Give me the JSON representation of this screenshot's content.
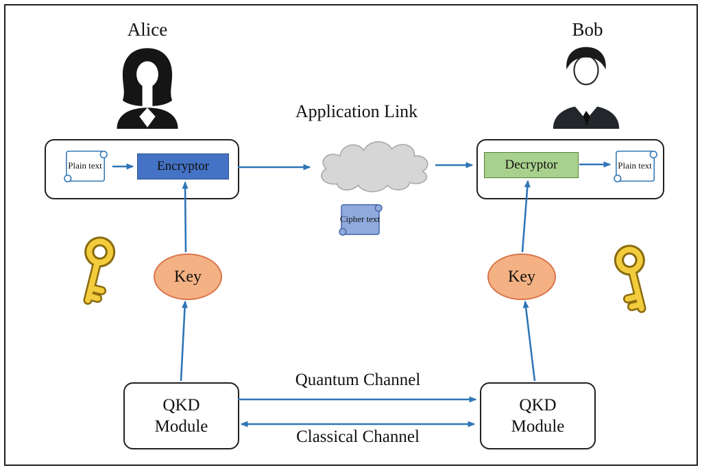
{
  "diagram": {
    "alice_title": "Alice",
    "bob_title": "Bob",
    "application_link_label": "Application Link",
    "alice": {
      "plain_text_label": "Plain text",
      "encryptor_label": "Encryptor"
    },
    "bob": {
      "decryptor_label": "Decryptor",
      "plain_text_label": "Plain text"
    },
    "cipher_text_label": "Cipher text",
    "key_left_label": "Key",
    "key_right_label": "Key",
    "qkd_left_label": "QKD Module",
    "qkd_right_label": "QKD Module",
    "quantum_channel_label": "Quantum Channel",
    "classical_channel_label": "Classical Channel"
  },
  "colors": {
    "arrow": "#2E75B6",
    "encryptor_fill": "#4472C4",
    "decryptor_fill": "#A9D18E",
    "key_fill": "#F4B183",
    "key_stroke": "#D9744C",
    "cloud_fill": "#D6D6D6",
    "cloud_stroke": "#A6A6A6",
    "cipher_fill": "#8FAADC",
    "key_gold": "#F2CC3C",
    "key_gold_dark": "#8a6a10"
  }
}
